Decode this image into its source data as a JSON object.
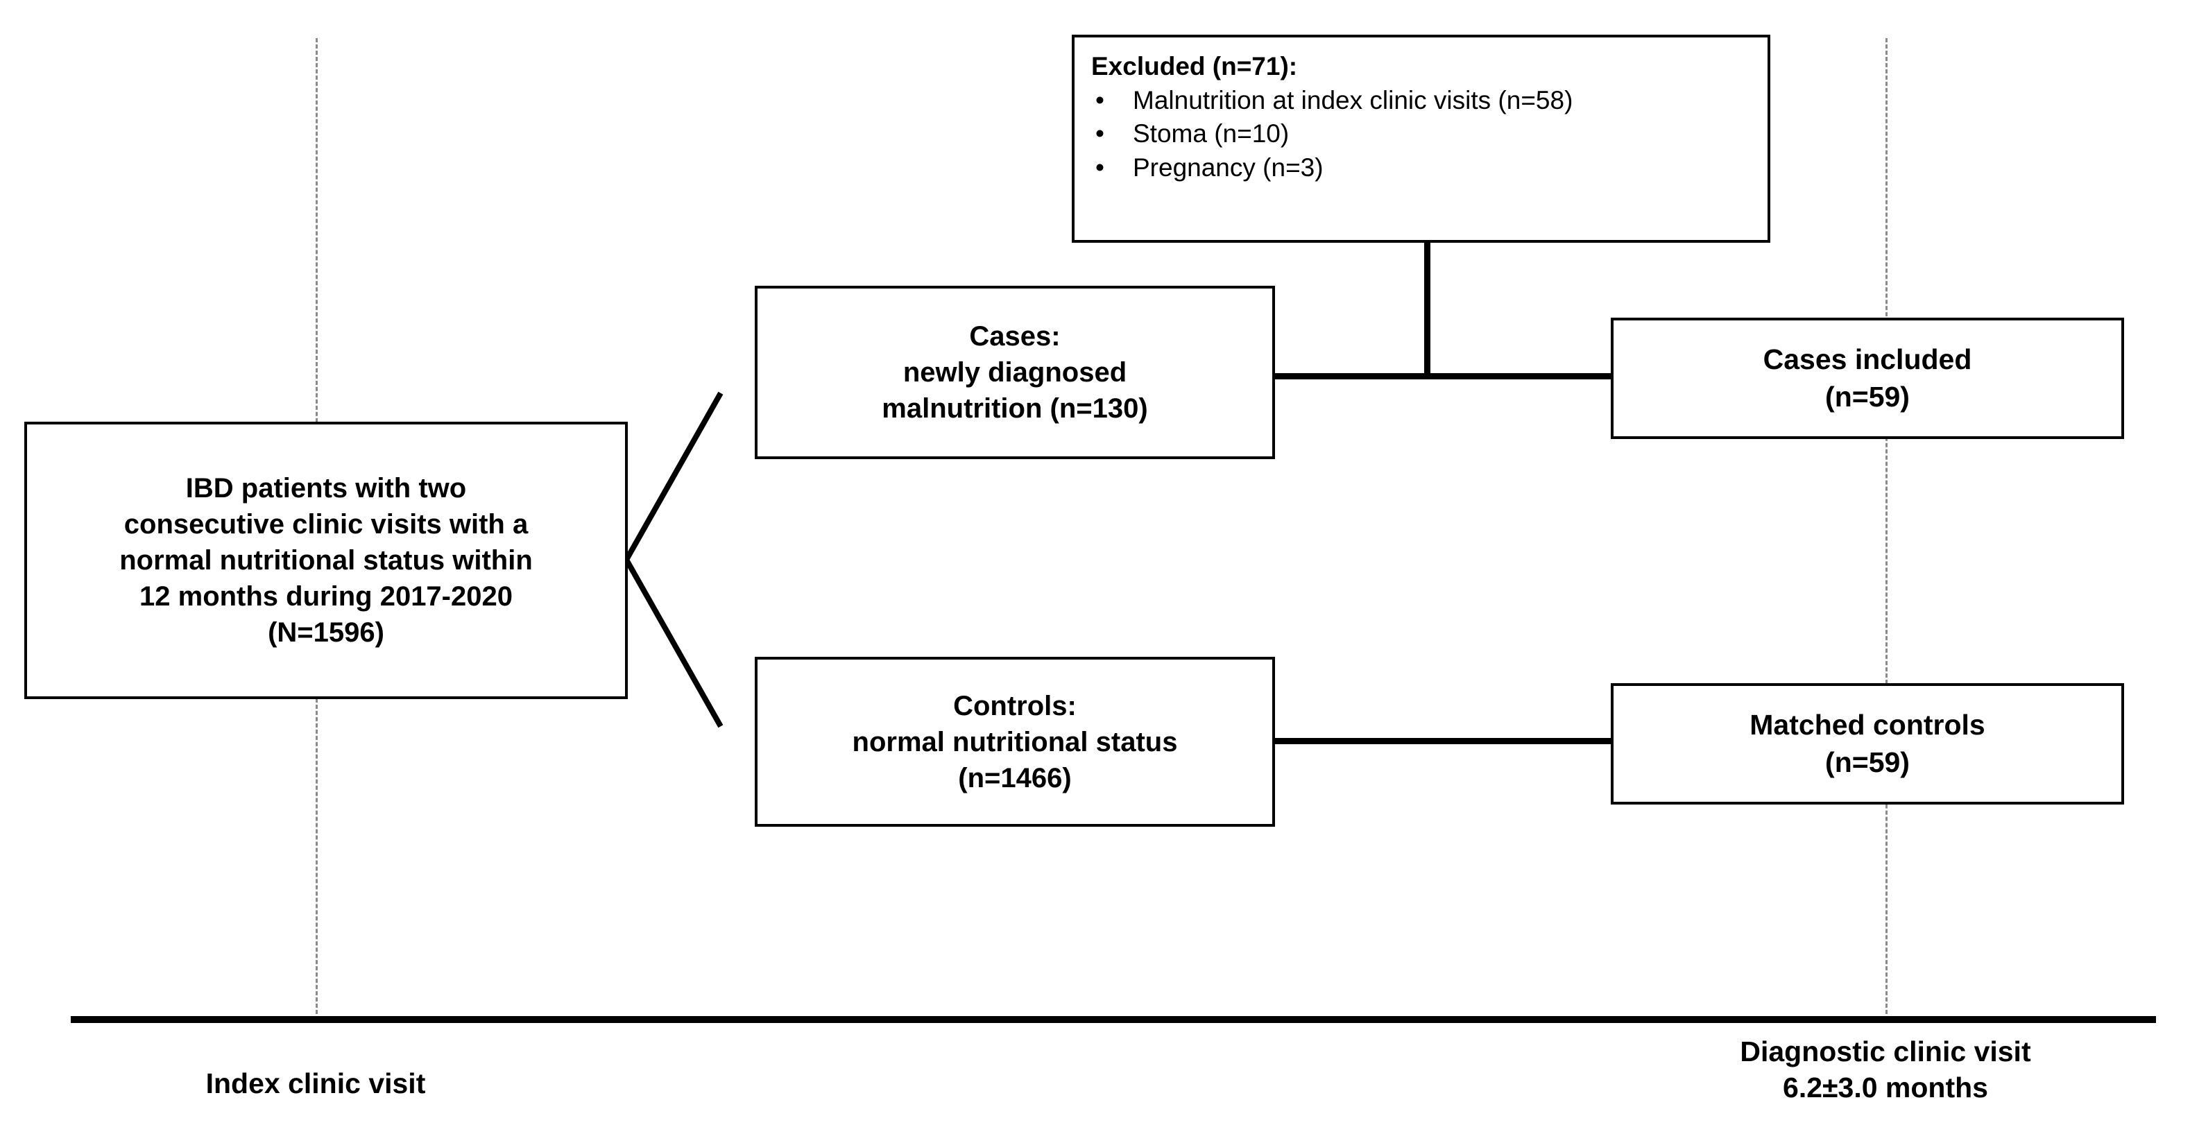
{
  "diagram": {
    "type": "study-flowchart",
    "title_present": false,
    "boxes": {
      "cohort": {
        "name": "cohort-box",
        "lines": [
          "IBD patients with two",
          "consecutive clinic visits with a",
          "normal nutritional status within",
          "12 months during 2017-2020",
          "(N=1596)"
        ],
        "total_n": 1596
      },
      "cases": {
        "name": "cases-box",
        "lines": [
          "Cases:",
          "newly diagnosed",
          "malnutrition (n=130)"
        ],
        "n": 130
      },
      "controls": {
        "name": "controls-box",
        "lines": [
          "Controls:",
          "normal nutritional status",
          "(n=1466)"
        ],
        "n": 1466
      },
      "excluded": {
        "name": "excluded-box",
        "title": "Excluded (n=71):",
        "n": 71,
        "bullet_glyph": "•",
        "items": [
          "Malnutrition at index clinic visits (n=58)",
          "Stoma (n=10)",
          "Pregnancy (n=3)"
        ],
        "item_counts": [
          58,
          10,
          3
        ]
      },
      "cases_included": {
        "name": "cases-included-box",
        "lines": [
          "Cases included",
          "(n=59)"
        ],
        "n": 59
      },
      "matched_controls": {
        "name": "matched-controls-box",
        "lines": [
          "Matched controls",
          "(n=59)"
        ],
        "n": 59
      }
    },
    "timeline": {
      "left_marker": {
        "lines": [
          "Index clinic visit"
        ]
      },
      "right_marker": {
        "lines": [
          "Diagnostic clinic visit",
          "6.2±3.0 months"
        ],
        "interval_mean_months": 6.2,
        "interval_sd_months": 3.0
      }
    },
    "colors": {
      "ink": "#000000",
      "paper": "#ffffff",
      "dashed_guide": "#8a8a8a"
    }
  }
}
